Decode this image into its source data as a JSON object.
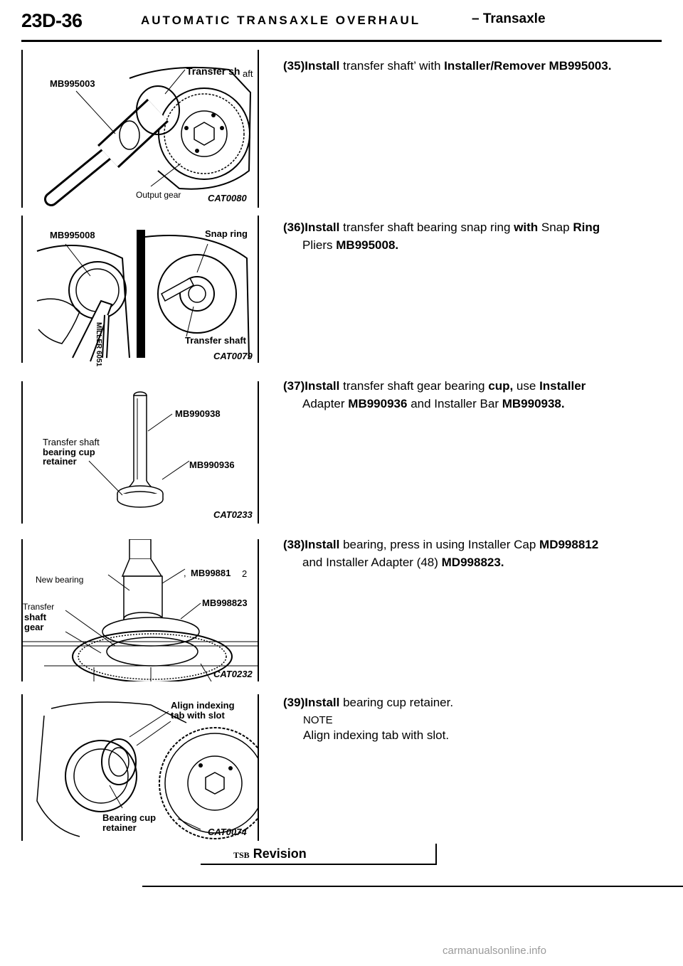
{
  "header": {
    "section_code": "23D-36",
    "title": "AUTOMATIC TRANSAXLE OVERHAUL",
    "dash": "–",
    "subsection": "Transaxle"
  },
  "figures": [
    {
      "labels": [
        "MB995003",
        "Transfer sh",
        "aft",
        "Output gear"
      ],
      "code": "CAT0080"
    },
    {
      "labels": [
        "MB995008",
        "Snap ring",
        "Transfer shaft",
        "MILLER 6051"
      ],
      "code": "CAT0079"
    },
    {
      "labels": [
        "MB990938",
        "Transfer shaft",
        "bearing cup",
        "retainer",
        "MB990936"
      ],
      "code": "CAT0233"
    },
    {
      "labels": [
        "New bearing",
        ",",
        "MB99881",
        "2",
        "Transfer",
        "shaft",
        "gear",
        "MB998823"
      ],
      "code": "CAT0232"
    },
    {
      "labels": [
        "Align indexing",
        "tab with slot",
        "Bearing cup",
        "retainer"
      ],
      "code": "CAT0074"
    }
  ],
  "steps": [
    {
      "num": "(35)",
      "verb": "Install",
      "text1": "transfer shaft’ with",
      "tool1": "Installer/Remover MB995003."
    },
    {
      "num": "(36)",
      "verb": "Install",
      "text1": "transfer shaft bearing snap ring",
      "kw1": "with",
      "text2": "Snap",
      "kw2": "Ring",
      "cont1": "Pliers",
      "tool1": "MB995008."
    },
    {
      "num": "(37)",
      "verb": "Install",
      "text1": "transfer shaft gear bearing",
      "kw1": "cup,",
      "text2": "use",
      "kw2": "Installer",
      "cont1": "Adapter",
      "tool1": "MB990936",
      "cont2": "and Installer Bar",
      "tool2": "MB990938."
    },
    {
      "num": "(38)",
      "verb": "Install",
      "text1": "bearing, press in using Installer Cap",
      "kw1": "MD998812",
      "cont1": "and Installer Adapter (48)",
      "tool1": "MD998823."
    },
    {
      "num": "(39)",
      "verb": "Install",
      "text1": "bearing cup retainer."
    }
  ],
  "note": {
    "label": "NOTE",
    "text": "Align indexing tab with slot."
  },
  "footer": {
    "tsb": "TSB",
    "revision": "Revision"
  },
  "watermark": "carmanualsonline.info"
}
